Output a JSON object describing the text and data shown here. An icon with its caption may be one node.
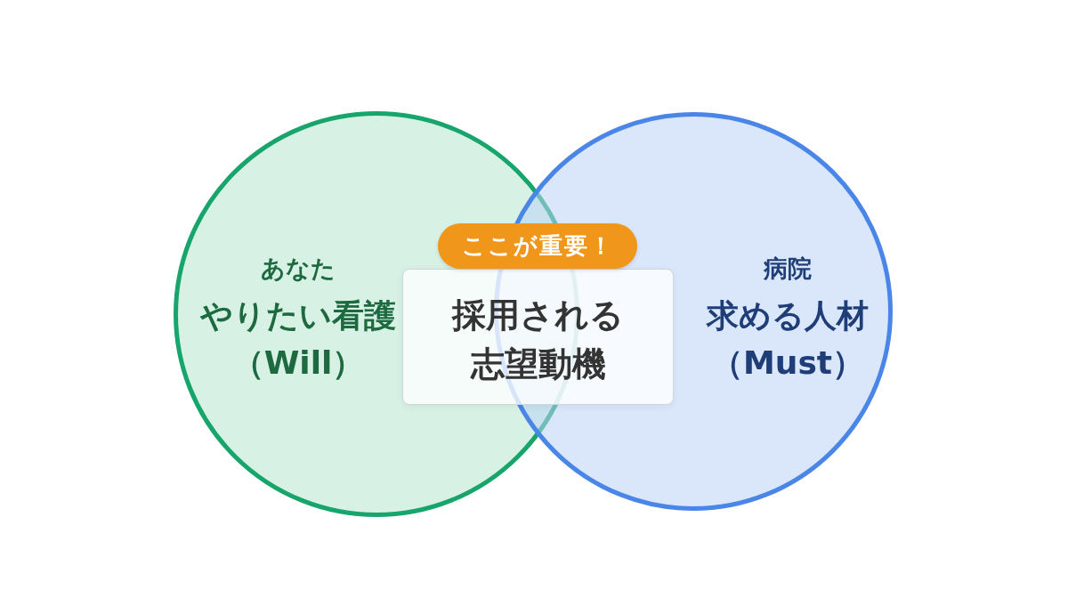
{
  "diagram": {
    "nodes": [
      {
        "text": [
          "あなた",
          "やりたい看護（Will）"
        ]
      },
      {
        "text": [
          "ここが重要！"
        ]
      },
      {
        "text": [
          "採用される志望動機"
        ]
      },
      {
        "text": [
          "病院",
          "求める人材（Must）"
        ]
      }
    ]
  }
}
